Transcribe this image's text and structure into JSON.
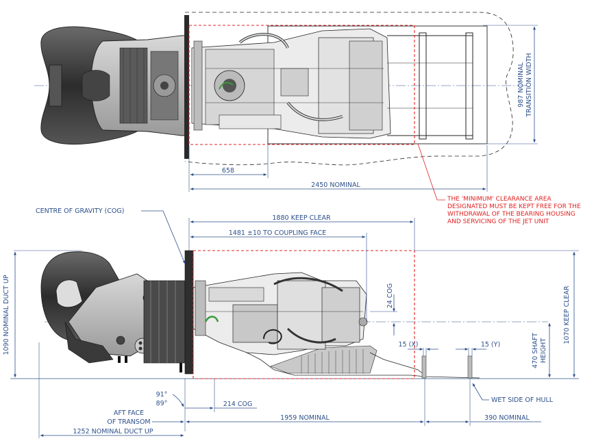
{
  "top_view": {
    "dim_transition_width_value": "987 NOMINAL",
    "dim_transition_width_label": "TRANSITION WIDTH",
    "dim_658": "658",
    "dim_2450": "2450 NOMINAL"
  },
  "red_note": {
    "lines": [
      "THE 'MINIMUM' CLEARANCE AREA",
      "DESIGNATED MUST BE KEPT FREE FOR THE",
      "WITHDRAWAL OF THE BEARING HOUSING",
      "AND SERVICING OF THE JET UNIT"
    ]
  },
  "side_view": {
    "cog_label": "CENTRE OF GRAVITY (COG)",
    "dim_1880": "1880 KEEP CLEAR",
    "dim_1481": "1481 ±10 TO COUPLING FACE",
    "dim_1090": "1090 NOMINAL DUCT UP",
    "dim_24_cog": "24 COG",
    "dim_1070": "1070 KEEP CLEAR",
    "dim_15x": "15 (X)",
    "dim_15y": "15 (Y)",
    "dim_470_line1": "470 SHAFT",
    "dim_470_line2": "HEIGHT",
    "angle_91": "91°",
    "angle_89": "89°",
    "dim_214": "214 COG",
    "wet_side": "WET SIDE OF HULL",
    "aft_face_line1": "AFT FACE",
    "aft_face_line2": "OF TRANSOM",
    "dim_1959": "1959 NOMINAL",
    "dim_390": "390 NOMINAL",
    "dim_1252": "1252 NOMINAL DUCT UP"
  },
  "colors": {
    "dimension": "#2c4f8a",
    "clearance": "#e02020",
    "machinery_dark": "#3a3a3a",
    "machinery_mid": "#8a8a8a"
  }
}
